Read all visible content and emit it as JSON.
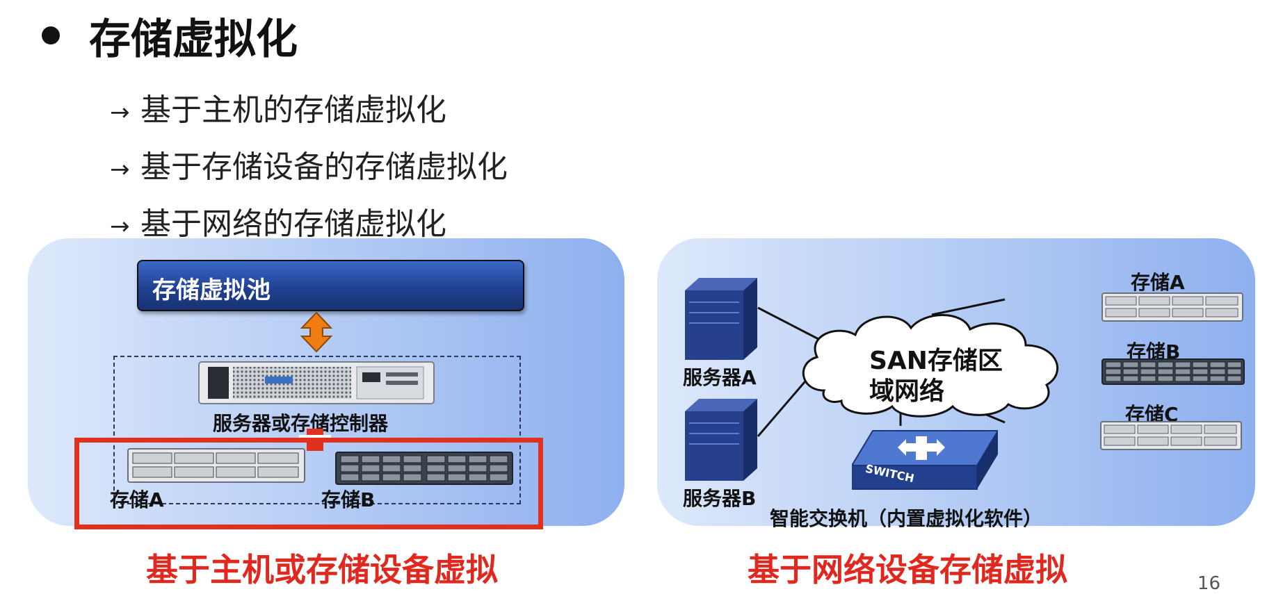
{
  "title": "存储虚拟化",
  "bullets": [
    "基于主机的存储虚拟化",
    "基于存储设备的存储虚拟化",
    "基于网络的存储虚拟化"
  ],
  "left_panel": {
    "pool_label": "存储虚拟池",
    "server_label": "服务器或存储控制器",
    "storage_a": "存储A",
    "storage_b": "存储B",
    "caption": "基于主机或存储设备虚拟"
  },
  "right_panel": {
    "server_a": "服务器A",
    "server_b": "服务器B",
    "san_label_1": "SAN存储区",
    "san_label_2": "域网络",
    "switch_text": "SWITCH",
    "switch_label": "智能交换机（内置虚拟化软件）",
    "storage_a": "存储A",
    "storage_b": "存储B",
    "storage_c": "存储C",
    "caption": "基于网络设备存储虚拟"
  },
  "page_number": "16",
  "colors": {
    "caption_red": "#e0281f",
    "pool_blue": "#1f3f8f",
    "arrow_orange": "#f07d12"
  }
}
